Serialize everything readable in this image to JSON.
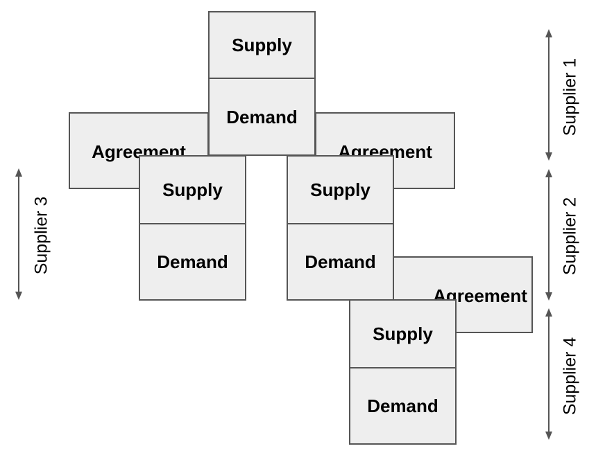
{
  "diagram": {
    "box_fill": "#eeeeee",
    "box_border": "#555555",
    "arrow_color": "#555555",
    "agreements": [
      {
        "label": "Agreement"
      },
      {
        "label": "Agreement"
      },
      {
        "label": "Agreement"
      }
    ],
    "suppliers": [
      {
        "supply": "Supply",
        "demand": "Demand",
        "label": "Supplier 1"
      },
      {
        "supply": "Supply",
        "demand": "Demand",
        "label": "Supplier 3"
      },
      {
        "supply": "Supply",
        "demand": "Demand",
        "label": "Supplier 2"
      },
      {
        "supply": "Supply",
        "demand": "Demand",
        "label": "Supplier 4"
      }
    ]
  }
}
